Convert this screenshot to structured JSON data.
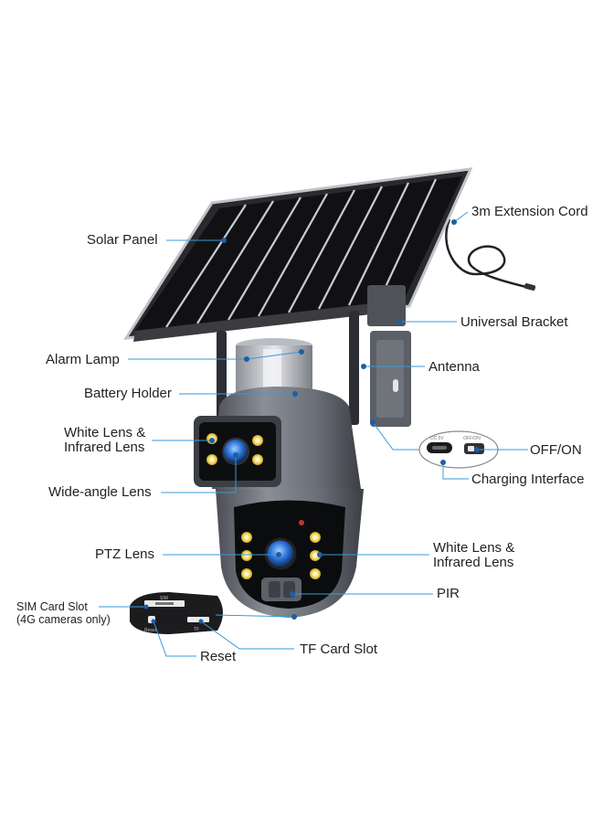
{
  "colors": {
    "leader_line": "#3a9ad9",
    "camera_body": "#6d7179",
    "panel_cells": "#1a1a1c",
    "led_yellow": "#f2d23a",
    "lens_blue": "#2a6fd6"
  },
  "labels": {
    "extension_cord": "3m Extension Cord",
    "solar_panel": "Solar Panel",
    "universal_bracket": "Universal Bracket",
    "alarm_lamp": "Alarm Lamp",
    "antenna": "Antenna",
    "battery_holder": "Battery Holder",
    "white_lens_top_1": "White Lens &",
    "white_lens_top_2": "Infrared Lens",
    "off_on": "OFF/ON",
    "charging_interface": "Charging Interface",
    "wide_angle_lens": "Wide-angle Lens",
    "ptz_lens": "PTZ Lens",
    "white_lens_right_1": "White Lens &",
    "white_lens_right_2": "Infrared Lens",
    "pir": "PIR",
    "sim_slot_1": "SIM Card Slot",
    "sim_slot_2": "(4G cameras only)",
    "reset": "Reset",
    "tf_slot": "TF Card Slot"
  },
  "insets": {
    "sim_text": "SIM",
    "reset_text": "Reset",
    "tf_text": "TF",
    "dc_text": "DC 5V",
    "switch_text": "OFF/ON"
  }
}
